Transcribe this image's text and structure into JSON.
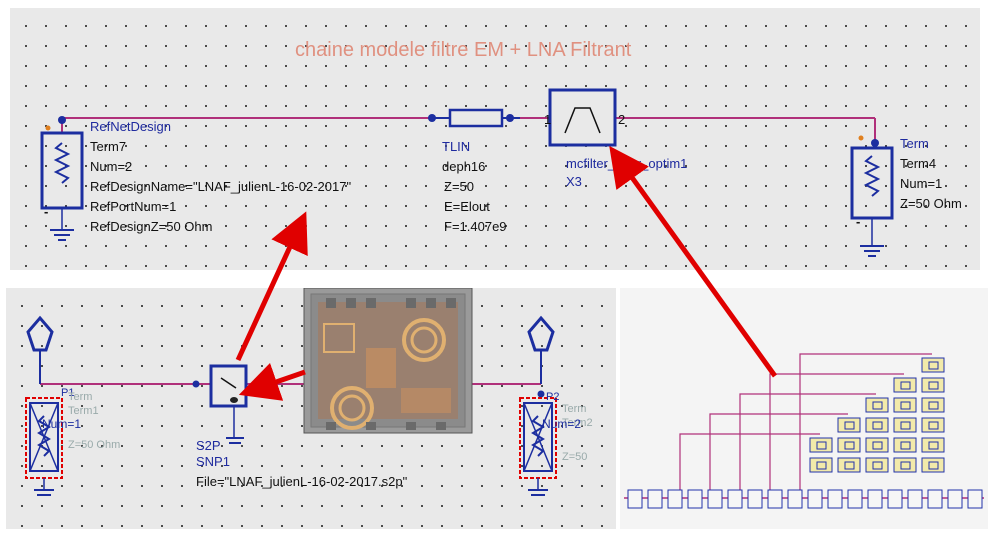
{
  "top": {
    "title": "chaine modele filtre EM + LNA Filtrant",
    "refnet": {
      "name": "RefNetDesign",
      "inst": "Term7",
      "num": "Num=2",
      "design_name": "RefDesignName=\"LNAF_julienL-16-02-2017\"",
      "port_num": "RefPortNum=1",
      "design_z": "RefDesignZ=50 Ohm"
    },
    "tlin": {
      "type": "TLIN",
      "inst": "deph16",
      "z": "Z=50",
      "e": "E=Elout",
      "f": "F=1.407e9"
    },
    "filter": {
      "name": "mcfilter_pour_optim1",
      "inst": "X3"
    },
    "term": {
      "type": "Term",
      "inst": "Term4",
      "num": "Num=1",
      "z": "Z=50 Ohm"
    }
  },
  "bottom_left": {
    "s2p": {
      "inst": "S2P",
      "name": "SNP1",
      "file": "File=\"LNAF_julienL-16-02-2017.s2p\""
    },
    "left_term": {
      "type": "Term",
      "inst": "Term1",
      "num": "Num=1",
      "z": "Z=50 Ohm"
    },
    "right_term": {
      "type": "Term",
      "inst": "Term2",
      "num": "Num=2",
      "z": "Z=50"
    },
    "port_labels": {
      "p1": "P1",
      "p2": "P2"
    }
  },
  "colors": {
    "wire": "#b0307a",
    "component": "#1c2ea0",
    "arrow": "#e00000",
    "title": "#e09180",
    "panel_bg": "#e9e9e9"
  }
}
